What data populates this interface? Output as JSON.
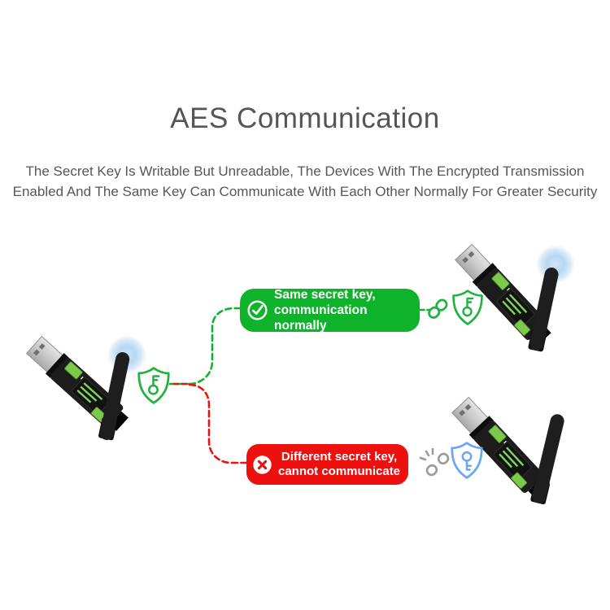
{
  "title": "AES Communication",
  "subtitle": {
    "line1": "The Secret Key Is Writable But Unreadable, The Devices With The Encrypted Transmission",
    "line2": "Enabled And The Same Key Can Communicate With Each Other Normally For Greater Security"
  },
  "flow": {
    "match": {
      "label_line1": "Same secret key,",
      "label_line2": "communication normally",
      "icon": "check-circle-white",
      "color": "#0fb32b"
    },
    "mismatch": {
      "label_line1": "Different secret key,",
      "label_line2": "cannot communicate",
      "icon": "x-circle-white",
      "color": "#ee0f0f"
    }
  },
  "icons": {
    "sender_key": "shield-key-green",
    "match_link": "chain-link-green",
    "match_receiver_key": "shield-key-green",
    "mismatch_link": "chain-broken-gray",
    "mismatch_receiver_key": "shield-key-blue"
  },
  "colors": {
    "green": "#0fb32b",
    "shield_green": "#1fb23c",
    "red": "#ee0f0f",
    "blue_shield": "#66a8f5",
    "gray_link": "#9b9b9b",
    "heading_text": "#555555",
    "glow_blue": "#b8d7f3",
    "device_body": "#1c1c1c",
    "sticker_green": "#7cc94b"
  },
  "devices": {
    "count": 3,
    "type": "usb-lora-dongle-with-antenna"
  }
}
